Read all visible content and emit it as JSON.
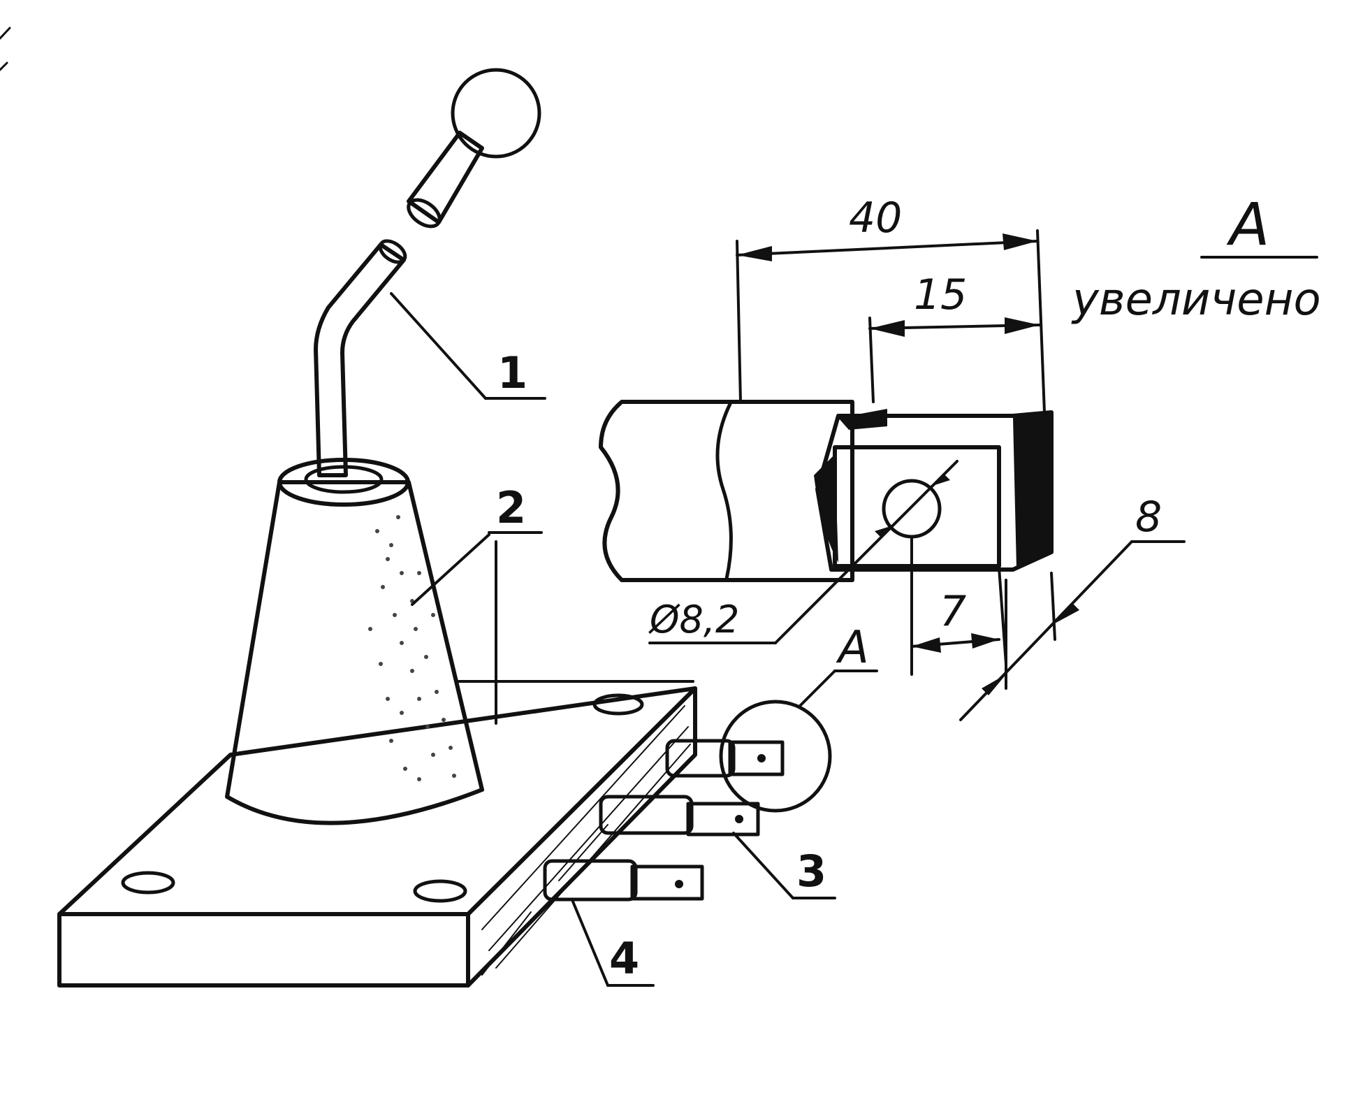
{
  "callouts": {
    "c1": "1",
    "c2": "2",
    "c3": "3",
    "c4": "4"
  },
  "view": {
    "ref": "А",
    "title_letter": "А",
    "subtitle": "увеличено"
  },
  "dimensions": {
    "d40": "40",
    "d15": "15",
    "d8": "8",
    "d7": "7",
    "dia": "Ø8,2"
  },
  "colors": {
    "ink": "#111111",
    "paper": "#ffffff"
  }
}
